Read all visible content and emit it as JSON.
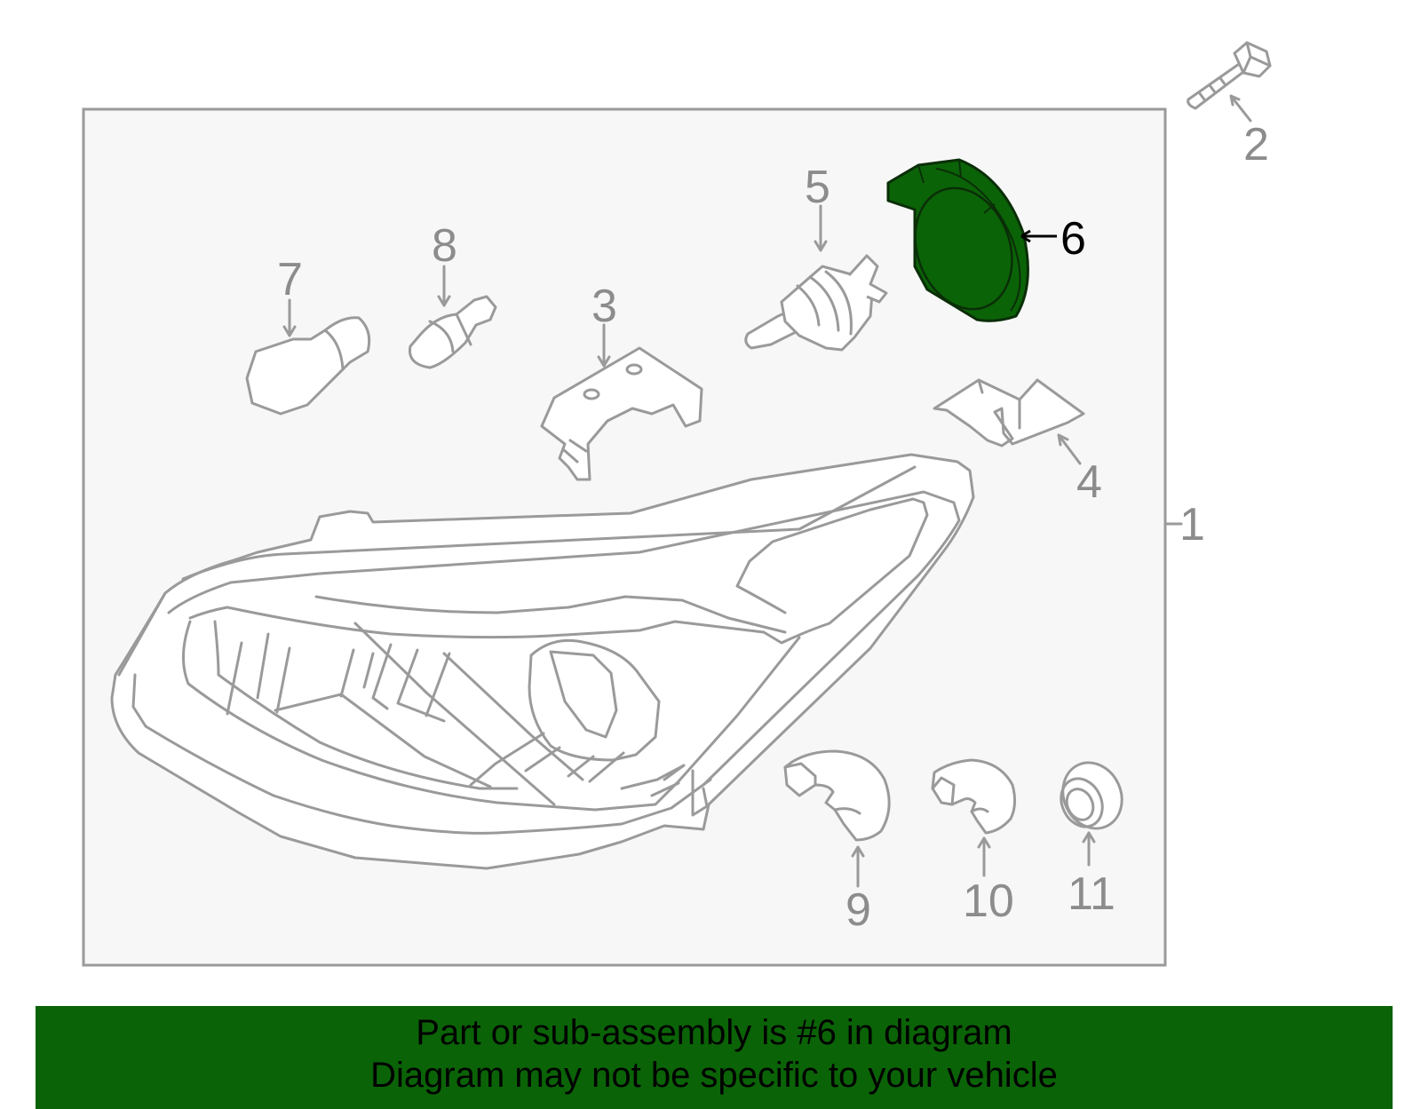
{
  "diagram": {
    "callouts": [
      "1",
      "2",
      "3",
      "4",
      "5",
      "6",
      "7",
      "8",
      "9",
      "10",
      "11"
    ],
    "highlighted_part": "6",
    "colors": {
      "highlight_fill": "#0b6307",
      "line": "#9a9a9a",
      "label": "#8c8c8c",
      "panel_bg": "#f7f7f7"
    }
  },
  "banner": {
    "line1": "Part or sub-assembly is #6 in diagram",
    "line2": "Diagram may not be specific to your vehicle",
    "color": "#0b6307"
  }
}
